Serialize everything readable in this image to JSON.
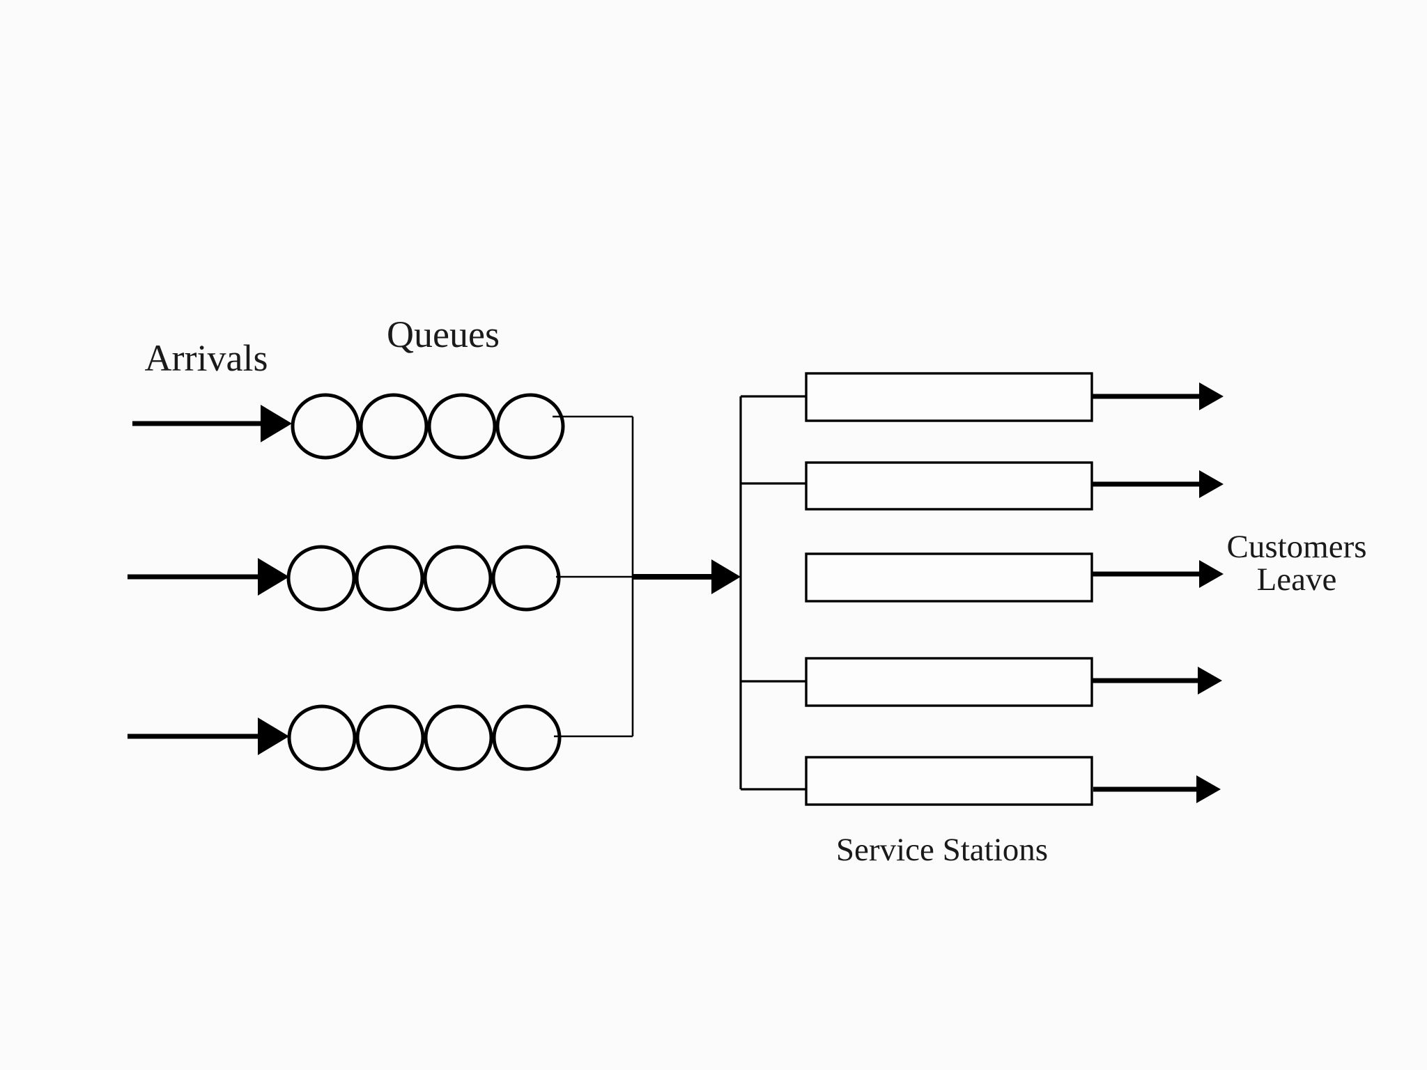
{
  "diagram": {
    "labels": {
      "arrivals": "Arrivals",
      "queues": "Queues",
      "service_stations": "Service Stations",
      "customers_leave_line1": "Customers",
      "customers_leave_line2": "Leave"
    },
    "structure": {
      "arrival_streams": 3,
      "queue_rows": 3,
      "customers_per_queue": 4,
      "service_stations_count": 5,
      "flow": "arrivals -> queues -> dispatch point -> service stations -> customers leave"
    },
    "colors": {
      "line": "#000000",
      "text": "#1a1a1a",
      "background": "#fbfbfb"
    }
  }
}
